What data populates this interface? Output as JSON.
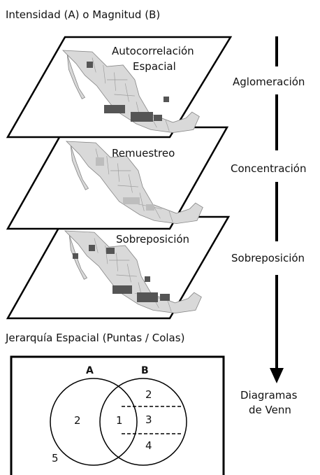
{
  "header": {
    "title": "Intensidad (A) o Magnitud (B)"
  },
  "layers": [
    {
      "label_line1": "Autocorrelación",
      "label_line2": "Espacial",
      "side_label": "Aglomeración"
    },
    {
      "label_line1": "Remuestreo",
      "side_label": "Concentración"
    },
    {
      "label_line1": "Sobreposición",
      "side_label": "Sobreposición"
    }
  ],
  "venn": {
    "title": "Jerarquía Espacial (Puntas / Colas)",
    "set_a": "A",
    "set_b": "B",
    "regions": {
      "only_a": "2",
      "intersection": "1",
      "b_top": "2",
      "b_middle": "3",
      "b_bottom": "4",
      "outside": "5"
    },
    "side_label_line1": "Diagramas",
    "side_label_line2": "de Venn"
  },
  "colors": {
    "map_light": "#d9d9d9",
    "map_dark": "#555555",
    "line": "#000000"
  }
}
